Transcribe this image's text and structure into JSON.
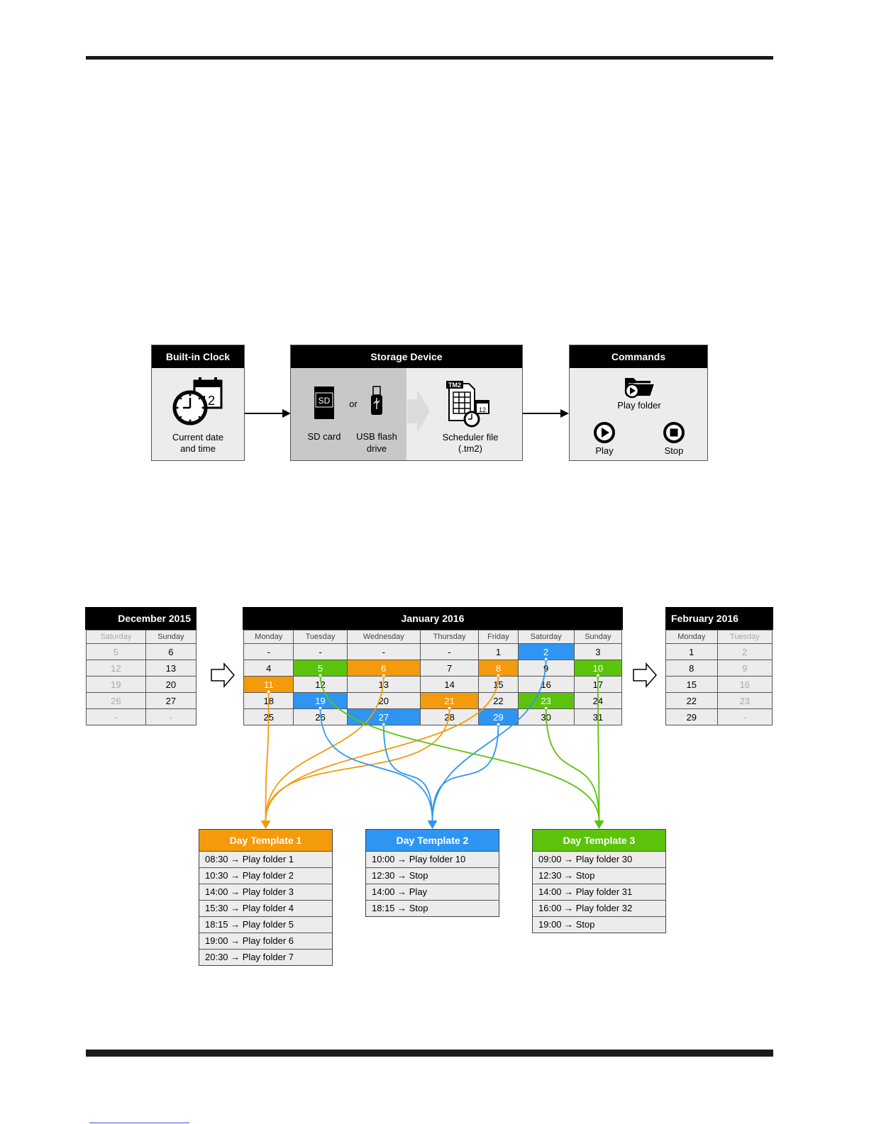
{
  "clock_panel": {
    "title": "Built-in Clock",
    "calendar_number": "12",
    "label_line1": "Current date",
    "label_line2": "and time"
  },
  "storage_panel": {
    "title": "Storage Device",
    "sd_icon_text": "SD",
    "or_text": "or",
    "sd_label": "SD card",
    "usb_line1": "USB flash",
    "usb_line2": "drive",
    "file_badge": "TM2",
    "file_calendar_number": "12",
    "file_line1": "Scheduler file",
    "file_line2": "(.tm2)"
  },
  "commands_panel": {
    "title": "Commands",
    "play_folder": "Play folder",
    "play": "Play",
    "stop": "Stop"
  },
  "colors": {
    "template1": "#f39a0d",
    "template2": "#2e96f2",
    "template3": "#5cc30d"
  },
  "december": {
    "title": "December 2015",
    "days": [
      "Saturday",
      "Sunday"
    ],
    "rows": [
      [
        "5",
        "6"
      ],
      [
        "12",
        "13"
      ],
      [
        "19",
        "20"
      ],
      [
        "26",
        "27"
      ],
      [
        "-",
        "-"
      ]
    ]
  },
  "january": {
    "title": "January 2016",
    "days": [
      "Monday",
      "Tuesday",
      "Wednesday",
      "Thursday",
      "Friday",
      "Saturday",
      "Sunday"
    ],
    "rows": [
      [
        "-",
        "-",
        "-",
        "-",
        "1",
        "2",
        "3"
      ],
      [
        "4",
        "5",
        "6",
        "7",
        "8",
        "9",
        "10"
      ],
      [
        "11",
        "12",
        "13",
        "14",
        "15",
        "16",
        "17"
      ],
      [
        "18",
        "19",
        "20",
        "21",
        "22",
        "23",
        "24"
      ],
      [
        "25",
        "26",
        "27",
        "28",
        "29",
        "30",
        "31"
      ]
    ],
    "template_assignments": {
      "template1": [
        "6",
        "8",
        "11",
        "21"
      ],
      "template2": [
        "2",
        "19",
        "27",
        "29"
      ],
      "template3": [
        "5",
        "10",
        "23"
      ]
    }
  },
  "february": {
    "title": "February 2016",
    "days": [
      "Monday",
      "Tuesday"
    ],
    "rows": [
      [
        "1",
        "2"
      ],
      [
        "8",
        "9"
      ],
      [
        "15",
        "16"
      ],
      [
        "22",
        "23"
      ],
      [
        "29",
        "-"
      ]
    ]
  },
  "templates": [
    {
      "title": "Day Template 1",
      "rows": [
        "08:30 → Play folder 1",
        "10:30 → Play folder 2",
        "14:00 → Play folder 3",
        "15:30 → Play folder 4",
        "18:15 → Play folder 5",
        "19:00 → Play folder 6",
        "20:30 → Play folder 7"
      ]
    },
    {
      "title": "Day Template 2",
      "rows": [
        "10:00 → Play folder 10",
        "12:30 → Stop",
        "14:00 → Play",
        "18:15 → Stop"
      ]
    },
    {
      "title": "Day Template 3",
      "rows": [
        "09:00 → Play folder 30",
        "12:30 → Stop",
        "14:00 → Play folder 31",
        "16:00 → Play folder 32",
        "19:00 → Stop"
      ]
    }
  ]
}
